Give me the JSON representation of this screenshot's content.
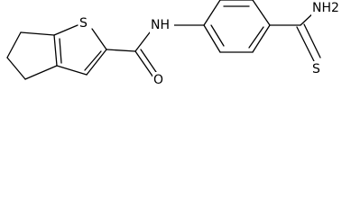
{
  "molecule": {
    "atom_labels": {
      "thiophene_sulfur": "S",
      "amide_nitrogen": "NH",
      "amide_oxygen": "O",
      "thioamide_nitrogen": "NH2",
      "thioamide_sulfur": "S"
    }
  }
}
